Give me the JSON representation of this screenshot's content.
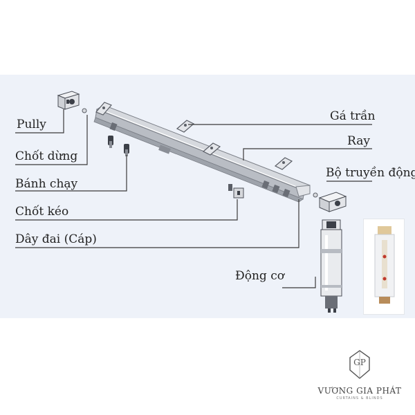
{
  "labels": {
    "pully": "Pully",
    "chot_dung": "Chốt dừng",
    "banh_chay": "Bánh chạy",
    "chot_keo": "Chốt kéo",
    "day_dai": "Dây đai (Cáp)",
    "ga_tran": "Gá trần",
    "ray": "Ray",
    "bo_truyen_dong": "Bộ truyền động",
    "dong_co": "Động cơ"
  },
  "brand": {
    "name": "VƯƠNG GIA PHÁT",
    "tagline": "CURTAINS & BLINDS",
    "logo_letters": "GP"
  },
  "colors": {
    "panel": "#eef2f9",
    "leader": "#3a3a3a",
    "rail": "#c9ccd2",
    "rail_dark": "#8d9199",
    "part": "#5a5e66"
  }
}
